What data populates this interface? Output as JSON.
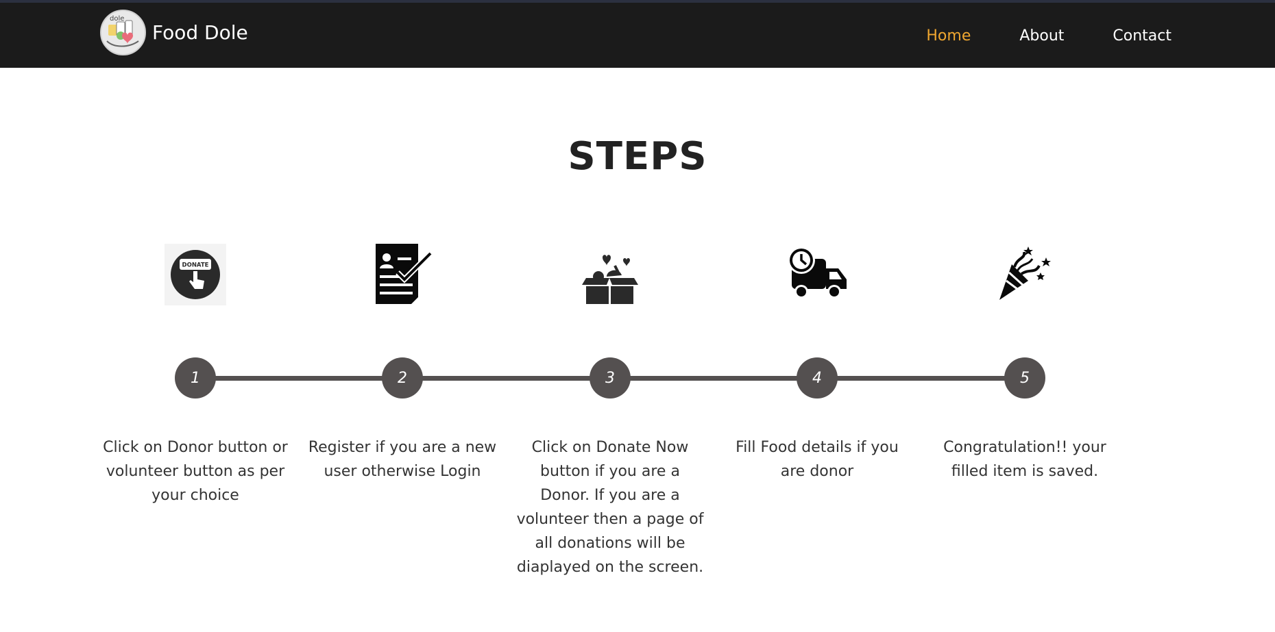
{
  "brand": {
    "name": "Food Dole",
    "logo_text": "dole"
  },
  "nav": {
    "items": [
      {
        "label": "Home",
        "active": true
      },
      {
        "label": "About",
        "active": false
      },
      {
        "label": "Contact",
        "active": false
      }
    ],
    "active_color": "#f0a730"
  },
  "section": {
    "title": "STEPS"
  },
  "steps": [
    {
      "number": "1",
      "icon": "donate-button-icon",
      "icon_text": "DONATE",
      "text": "Click on Donor button or volunteer button as per your choice"
    },
    {
      "number": "2",
      "icon": "registration-form-icon",
      "text": "Register if you are a new user otherwise Login"
    },
    {
      "number": "3",
      "icon": "food-box-icon",
      "text": "Click on Donate Now button if you are a Donor. If you are a volunteer then a page of all donations will be diaplayed on the screen."
    },
    {
      "number": "4",
      "icon": "delivery-truck-icon",
      "text": "Fill Food details if you are donor"
    },
    {
      "number": "5",
      "icon": "party-popper-icon",
      "text": "Congratulation!! your filled item is saved."
    }
  ],
  "colors": {
    "navbar": "#1b1b1b",
    "step_circle": "#545050",
    "text": "#333333"
  }
}
